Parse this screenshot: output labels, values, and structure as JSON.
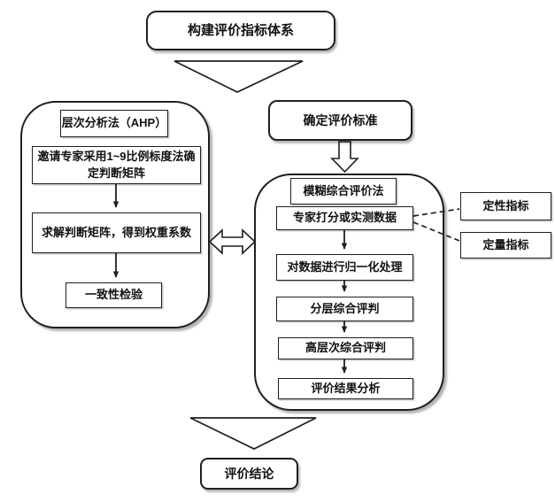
{
  "page": {
    "background": "#ffffff",
    "line_color": "#1f1f1f",
    "shadow_color": "#9e9e9e",
    "node_fill": "#ffffff"
  },
  "flow": {
    "top_label": "构建评价指标体系",
    "ahp": {
      "title": "层次分析法（AHP）",
      "steps": [
        "邀请专家采用1~9比例标度法确定判断矩阵",
        "求解判断矩阵，得到权重系数",
        "一致性检验"
      ]
    },
    "criteria_label": "确定评价标准",
    "fuzzy": {
      "title": "模糊综合评价法",
      "steps": [
        "专家打分或实测数据",
        "对数据进行归一化处理",
        "分层综合评判",
        "高层次综合评判",
        "评价结果分析"
      ]
    },
    "indicators": {
      "qualitative": "定性指标",
      "quantitative": "定量指标"
    },
    "conclusion_label": "评价结论"
  },
  "icons": {
    "top_connector": "hollow-down-triangle-icon",
    "criteria_connector": "hollow-block-arrow-down-icon",
    "exchange_connector": "hollow-double-headed-arrow-icon",
    "bottom_connector": "hollow-down-triangle-icon",
    "step_connector": "solid-down-arrow-icon",
    "indicator_connector": "dashed-line"
  }
}
